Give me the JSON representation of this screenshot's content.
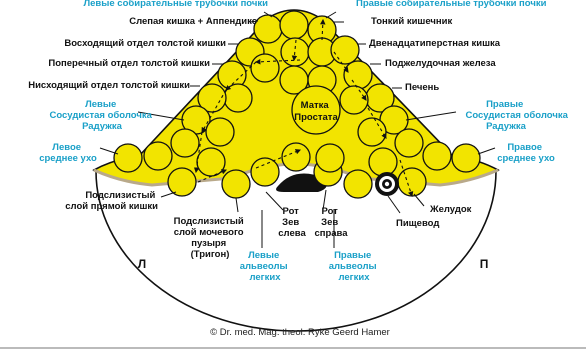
{
  "labels": {
    "left_collecting_tubules": "Левые собирательные трубочки почки",
    "right_collecting_tubules": "Правые собирательные трубочки почки",
    "cecum_appendix": "Слепая кишка + Аппендикс",
    "small_intestine": "Тонкий кишечник",
    "ascending_colon": "Восходящий отдел толстой кишки",
    "duodenum": "Двенадцатиперстная кишка",
    "transverse_colon": "Поперечный отдел толстой кишки",
    "pancreas": "Поджелудочная железа",
    "descending_colon": "Нисходящий отдел толстой кишки",
    "liver": "Печень",
    "left_choroid": [
      "Левые",
      "Сосудистая оболочка",
      "Радужка"
    ],
    "right_choroid": [
      "Правые",
      "Сосудистая оболочка",
      "Радужка"
    ],
    "left_middle_ear": [
      "Левое",
      "среднее ухо"
    ],
    "right_middle_ear": [
      "Правое",
      "среднее ухо"
    ],
    "uterus_prostate": [
      "Матка",
      "Простата"
    ],
    "rectum_submucosa": [
      "Подслизистый",
      "слой прямой кишки"
    ],
    "bladder_submucosa": [
      "Подслизистый",
      "слой мочевого",
      "пузыря",
      "(Тригон)"
    ],
    "mouth_pharynx_left": [
      "Рот",
      "Зев",
      "слева"
    ],
    "mouth_pharynx_right": [
      "Рот",
      "Зев",
      "справа"
    ],
    "stomach": "Желудок",
    "esophagus": "Пищевод",
    "left_alveoli": [
      "Левые",
      "альвеолы",
      "легких"
    ],
    "right_alveoli": [
      "Правые",
      "альвеолы",
      "легких"
    ],
    "side_left": "Л",
    "side_right": "П"
  },
  "copyright": "© Dr. med. Mag. theol. Ryke Geerd Hamer",
  "colors": {
    "fill": "#f2e400",
    "outline": "#111111",
    "accent_text": "#1aa0c8",
    "rim": "#b9a98a"
  }
}
